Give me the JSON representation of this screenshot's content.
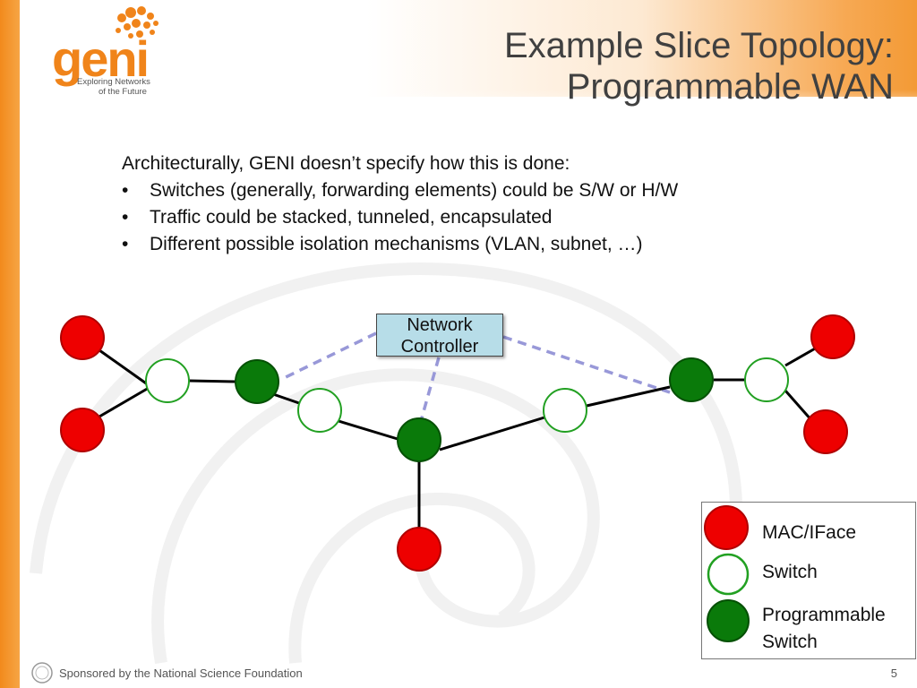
{
  "slide": {
    "title_line1": "Example Slice Topology:",
    "title_line2": "Programmable WAN",
    "logo": {
      "word": "geni",
      "tagline_line1": "Exploring Networks",
      "tagline_line2": "of the Future"
    },
    "intro": "Architecturally, GENI doesn’t specify how this is done:",
    "bullets": [
      "Switches (generally, forwarding elements) could be S/W or H/W",
      "Traffic could be stacked, tunneled, encapsulated",
      "Different possible isolation mechanisms (VLAN, subnet, …)"
    ],
    "bullet_symbol": "•",
    "controller_label_line1": "Network",
    "controller_label_line2": "Controller",
    "legend": {
      "mac_iface": "MAC/IFace",
      "switch": "Switch",
      "programmable_line1": "Programmable",
      "programmable_line2": "Switch"
    },
    "footer_text": "Sponsored by the National Science Foundation",
    "page_number": "5"
  },
  "colors": {
    "mac_iface": "#ee0000",
    "switch_fill": "#ffffff",
    "switch_border": "#22a022",
    "programmable_switch": "#0a7a0a",
    "control_link": "#9898d8",
    "orange_brand": "#f0841a"
  }
}
